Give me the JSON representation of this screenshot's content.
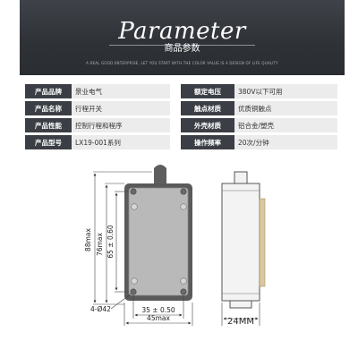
{
  "banner": {
    "title": "Parameter",
    "subtitle": "商品参数",
    "fine_print": "A REAL GOOD ENTERPRISE, LET YOU START WITH THE COLOR VALUE IS A DESIGN OF LIFE QUALITY"
  },
  "specs": [
    {
      "label1": "产品品牌",
      "value1": "景业电气",
      "label2": "额定电压",
      "value2": "380V以下可用"
    },
    {
      "label1": "产品名称",
      "value1": "行程开关",
      "label2": "触点材质",
      "value2": "优质铜触点"
    },
    {
      "label1": "产品性能",
      "value1": "控制行程和程序",
      "label2": "外壳材质",
      "value2": "铝合金/塑壳"
    },
    {
      "label1": "产品型号",
      "value1": "LX19-001系列",
      "label2": "操作频率",
      "value2": "20次/分钟"
    }
  ],
  "drawing": {
    "dim_88": "88max",
    "dim_76": "76max",
    "dim_65": "65 ± 0.60",
    "dim_35": "35 ± 0.50",
    "dim_45": "45max",
    "dim_holes": "4-Ø42",
    "dim_depth": "24MM"
  }
}
